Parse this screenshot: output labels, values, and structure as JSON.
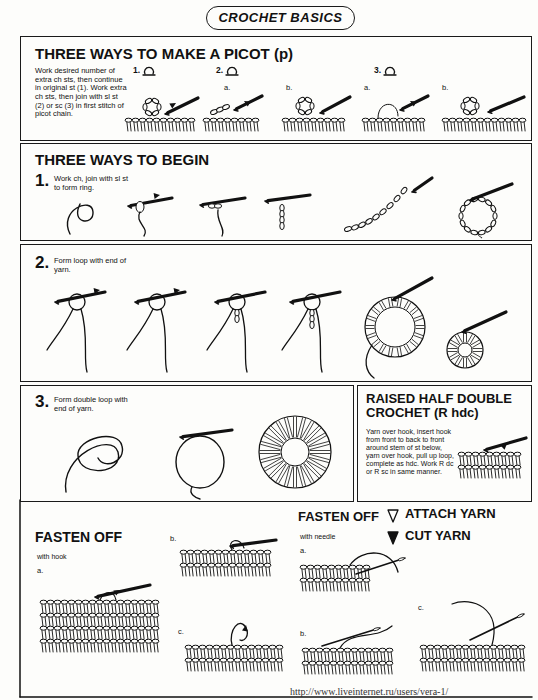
{
  "diagram": {
    "title": "CROCHET BASICS",
    "nodes": [
      {
        "text": [
          "THREE WAYS TO MAKE A PICOT (p)",
          "Work desired number of extra ch sts, then continue in original st (1). Work extra ch sts, then join with sl st (2) or sc (3) in first stitch of picot chain."
        ]
      },
      {
        "text": [
          "THREE WAYS TO BEGIN",
          "1.",
          "Work ch, join with sl st to form ring."
        ]
      },
      {
        "text": [
          "2.",
          "Form loop with end of yarn."
        ]
      },
      {
        "text": [
          "3.",
          "Form double loop with end of yarn."
        ]
      },
      {
        "text": [
          "RAISED HALF DOUBLE CROCHET (R hdc)",
          "Yarn over hook, insert hook from front to back to front around stem of st below, yarn over hook, pull up loop, complete as hdc. Work R dc or R sc in same manner."
        ]
      }
    ],
    "labels": [
      "1.",
      "2.",
      "a.",
      "b.",
      "3.",
      "a.",
      "b.",
      "FASTEN OFF",
      "with hook",
      "a.",
      "b.",
      "c.",
      "FASTEN OFF",
      "with needle",
      "a.",
      "b.",
      "c.",
      "http://www.liveinternet.ru/users/vera-1/"
    ],
    "legend": [
      {
        "text": "ATTACH YARN"
      },
      {
        "text": "CUT YARN"
      }
    ]
  }
}
